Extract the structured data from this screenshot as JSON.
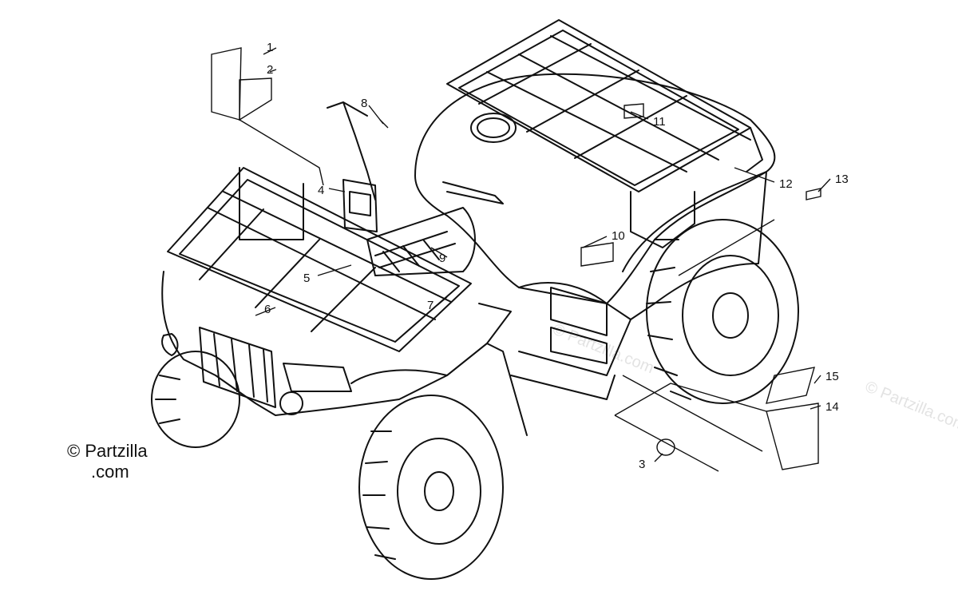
{
  "diagram": {
    "callouts": [
      "1",
      "2",
      "3",
      "4",
      "5",
      "6",
      "7",
      "8",
      "9",
      "10",
      "11",
      "12",
      "13",
      "14",
      "15"
    ],
    "copyright_line1": "© Partzilla",
    "copyright_line2": ".com",
    "watermark": "© Partzilla.com"
  }
}
